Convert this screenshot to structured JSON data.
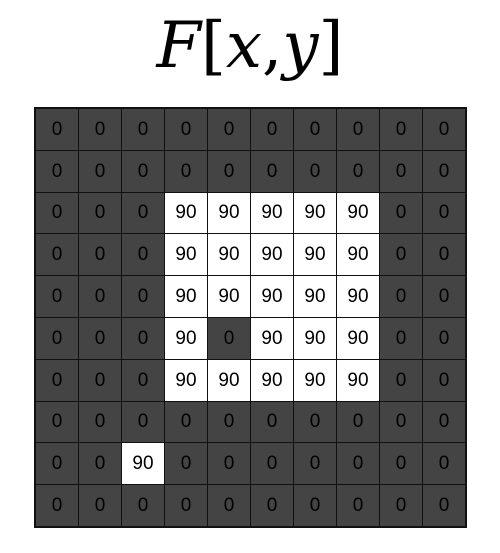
{
  "title": {
    "func": "F",
    "open": "[",
    "x": "x",
    "comma": ", ",
    "y": "y",
    "close": "]"
  },
  "colors": {
    "dark_cell": "#444444",
    "light_cell": "#ffffff",
    "border": "#111111"
  },
  "grid": [
    [
      "0",
      "0",
      "0",
      "0",
      "0",
      "0",
      "0",
      "0",
      "0",
      "0"
    ],
    [
      "0",
      "0",
      "0",
      "0",
      "0",
      "0",
      "0",
      "0",
      "0",
      "0"
    ],
    [
      "0",
      "0",
      "0",
      "90",
      "90",
      "90",
      "90",
      "90",
      "0",
      "0"
    ],
    [
      "0",
      "0",
      "0",
      "90",
      "90",
      "90",
      "90",
      "90",
      "0",
      "0"
    ],
    [
      "0",
      "0",
      "0",
      "90",
      "90",
      "90",
      "90",
      "90",
      "0",
      "0"
    ],
    [
      "0",
      "0",
      "0",
      "90",
      "0",
      "90",
      "90",
      "90",
      "0",
      "0"
    ],
    [
      "0",
      "0",
      "0",
      "90",
      "90",
      "90",
      "90",
      "90",
      "0",
      "0"
    ],
    [
      "0",
      "0",
      "0",
      "0",
      "0",
      "0",
      "0",
      "0",
      "0",
      "0"
    ],
    [
      "0",
      "0",
      "90",
      "0",
      "0",
      "0",
      "0",
      "0",
      "0",
      "0"
    ],
    [
      "0",
      "0",
      "0",
      "0",
      "0",
      "0",
      "0",
      "0",
      "0",
      "0"
    ]
  ]
}
